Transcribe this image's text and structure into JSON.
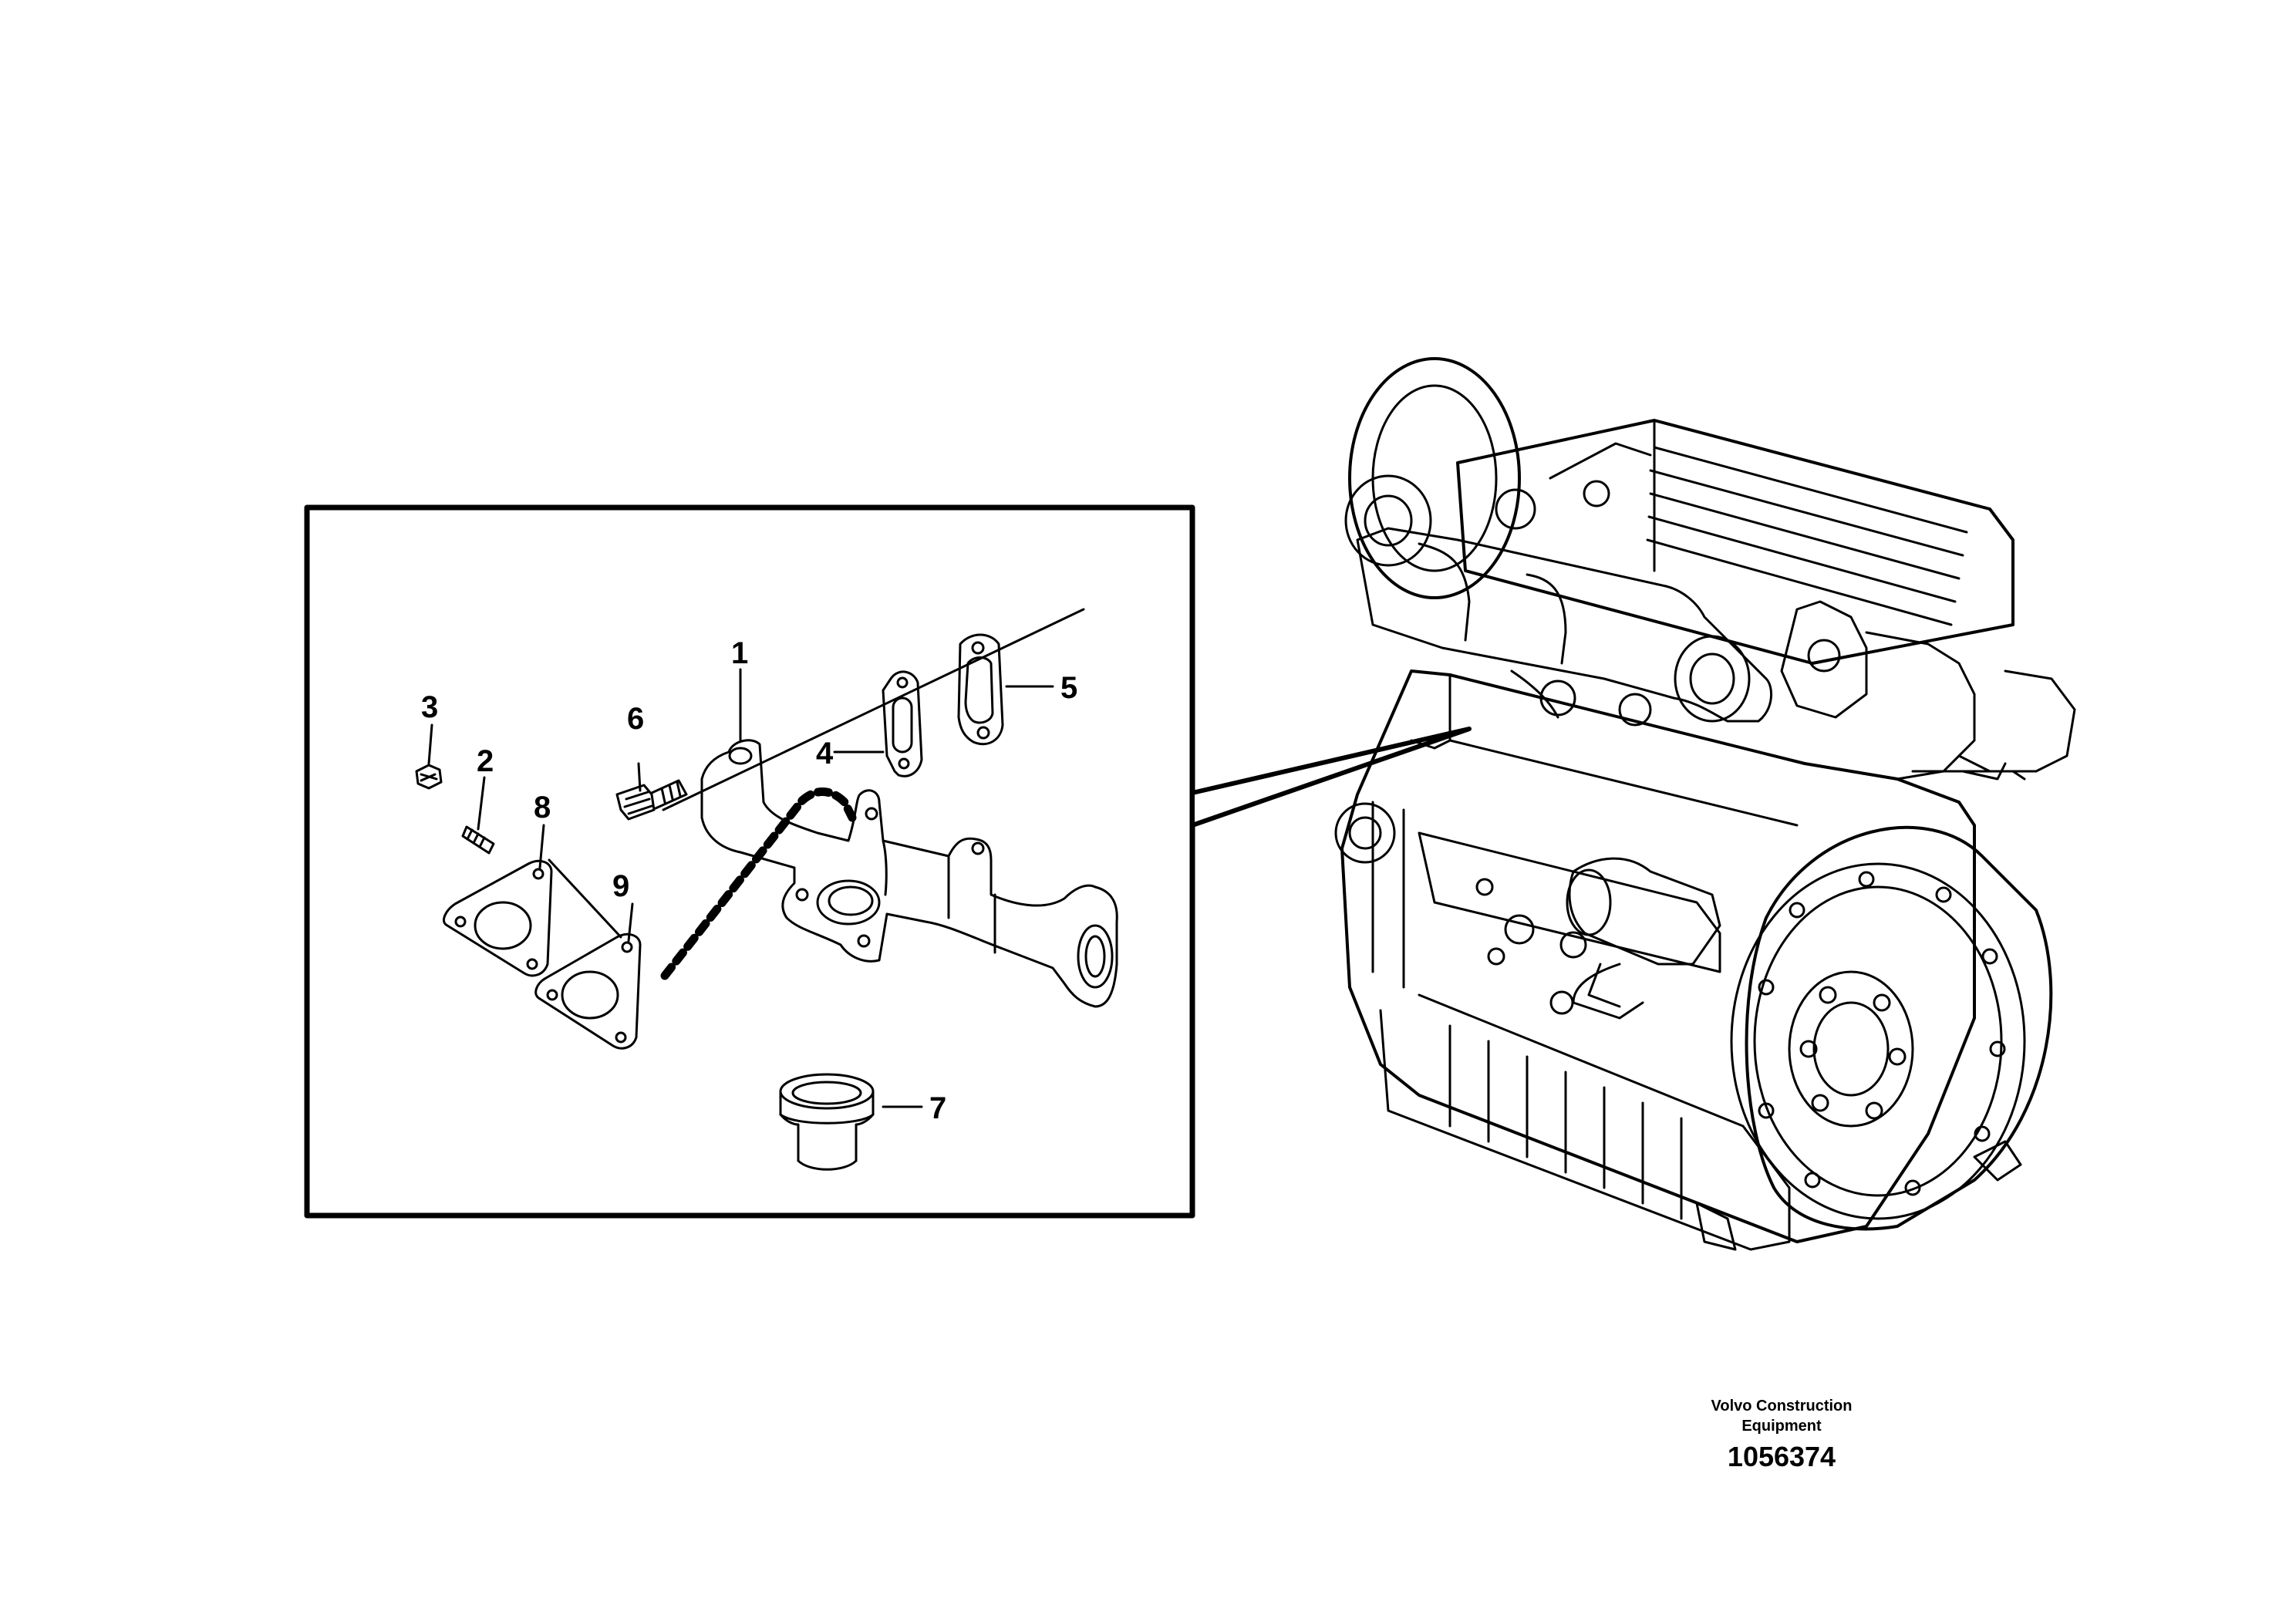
{
  "callouts": {
    "c1": "1",
    "c2": "2",
    "c3": "3",
    "c4": "4",
    "c5": "5",
    "c6": "6",
    "c7": "7",
    "c8": "8",
    "c9": "9"
  },
  "footer": {
    "company_line1": "Volvo Construction",
    "company_line2": "Equipment",
    "drawing_number": "1056374"
  }
}
